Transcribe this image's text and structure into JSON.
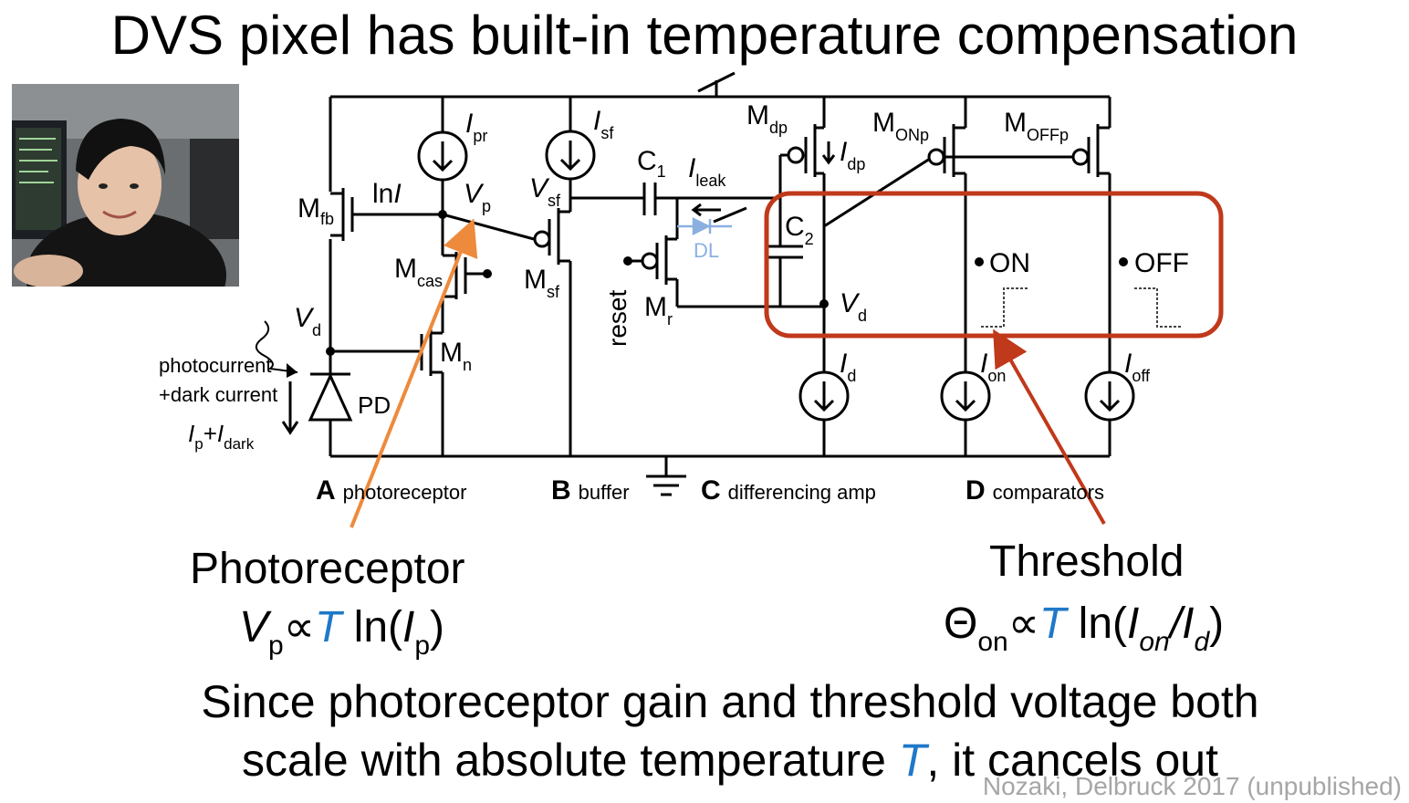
{
  "title": "DVS pixel has built-in temperature compensation",
  "diagram": {
    "labels": {
      "m_fb": "M",
      "m_fb_sub": "fb",
      "ln_i": "ln",
      "ln_i_var": "I",
      "i_pr": "I",
      "i_pr_sub": "pr",
      "v_p": "V",
      "v_p_sub": "p",
      "m_cas": "M",
      "m_cas_sub": "cas",
      "v_d_left": "V",
      "v_d_left_sub": "d",
      "m_n": "M",
      "m_n_sub": "n",
      "pd": "PD",
      "photocurrent": "photocurrent",
      "dark_current": "+dark current",
      "ip_idark_1": "I",
      "ip_idark_1_sub": "p",
      "ip_idark_plus": "+",
      "ip_idark_2": "I",
      "ip_idark_2_sub": "dark",
      "i_sf": "I",
      "i_sf_sub": "sf",
      "v_sf": "V",
      "v_sf_sub": "sf",
      "m_sf": "M",
      "m_sf_sub": "sf",
      "c1": "C",
      "c1_sub": "1",
      "i_leak": "I",
      "i_leak_sub": "leak",
      "dl": "DL",
      "reset": "reset",
      "m_r": "M",
      "m_r_sub": "r",
      "m_dp": "M",
      "m_dp_sub": "dp",
      "i_dp": "I",
      "i_dp_sub": "dp",
      "c2": "C",
      "c2_sub": "2",
      "v_d": "V",
      "v_d_sub": "d",
      "i_d": "I",
      "i_d_sub": "d",
      "m_onp": "M",
      "m_onp_sub": "ONp",
      "m_offp": "M",
      "m_offp_sub": "OFFp",
      "on": "ON",
      "off": "OFF",
      "i_on": "I",
      "i_on_sub": "on",
      "i_off": "I",
      "i_off_sub": "off",
      "sec_a_letter": "A",
      "sec_a": "photoreceptor",
      "sec_b_letter": "B",
      "sec_b": "buffer",
      "sec_c_letter": "C",
      "sec_c": "differencing amp",
      "sec_d_letter": "D",
      "sec_d": "comparators"
    }
  },
  "photoreceptor": {
    "heading": "Photoreceptor",
    "v": "V",
    "v_sub": "p",
    "prop": "∝",
    "t": "T",
    "ln": " ln(",
    "i": "I",
    "i_sub": "p",
    "close": ")"
  },
  "threshold": {
    "heading": "Threshold",
    "theta": "Θ",
    "theta_sub": "on",
    "prop": "∝",
    "t": "T",
    "ln": " ln(",
    "i_on": "I",
    "i_on_sub": "on",
    "slash": "/",
    "i_d": "I",
    "i_d_sub": "d",
    "close": ")"
  },
  "caption": {
    "line1": "Since photoreceptor gain and threshold voltage both",
    "line2_a": "scale with absolute temperature ",
    "line2_t": "T",
    "line2_b": ", it cancels out"
  },
  "credit": "Nozaki, Delbruck 2017 (unpublished)",
  "colors": {
    "highlight_box": "#c0391b",
    "arrow_orange": "#ee8a3c",
    "arrow_red": "#c0391b",
    "accent_blue": "#1f78c8",
    "diode_blue": "#8ab0e0"
  }
}
